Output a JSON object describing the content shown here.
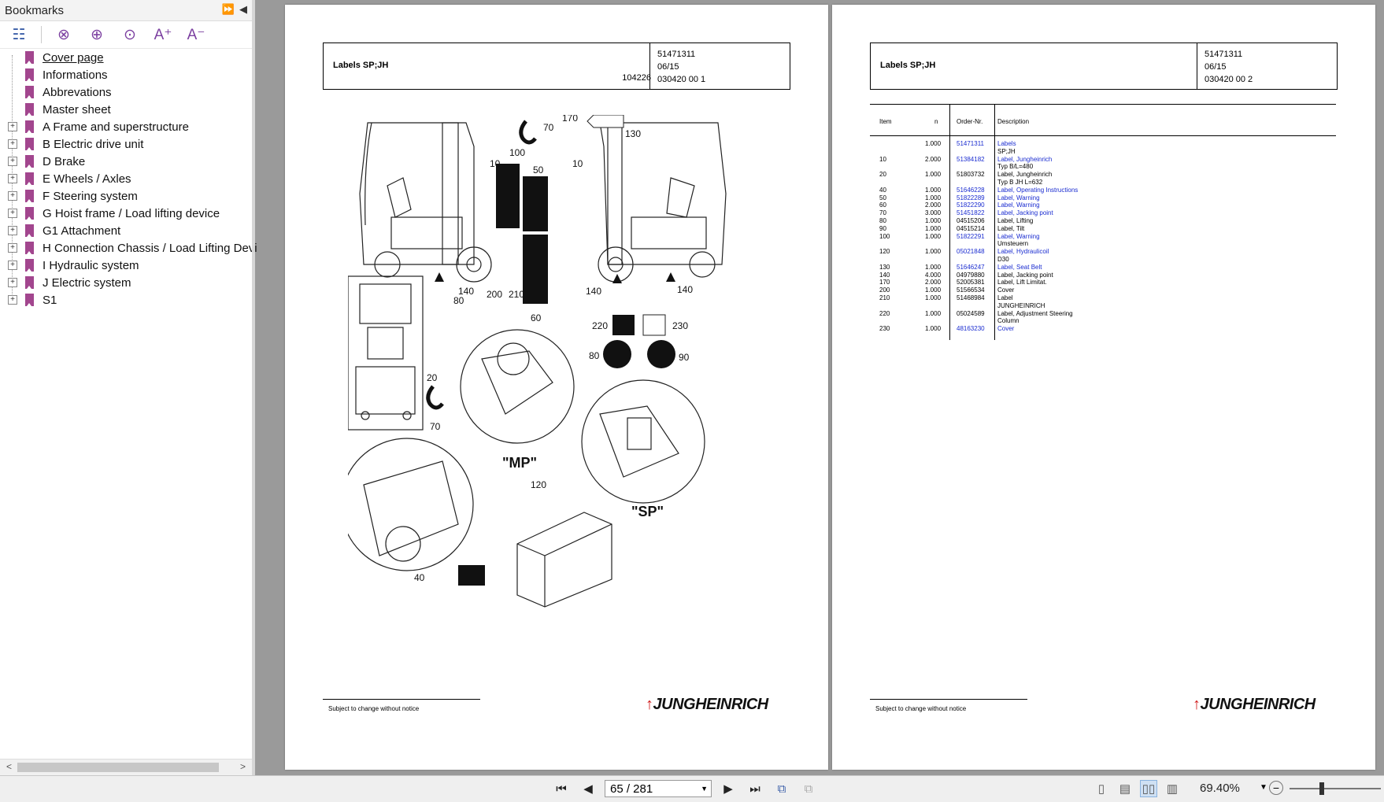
{
  "sidebar": {
    "title": "Bookmarks",
    "toolbar_icons": [
      "expand-all-icon",
      "delete-bookmark-icon",
      "add-bookmark-icon",
      "bookmark-properties-icon",
      "increase-font-icon",
      "decrease-font-icon"
    ],
    "items": [
      {
        "label": "Cover page",
        "expandable": false
      },
      {
        "label": "Informations",
        "expandable": false
      },
      {
        "label": "Abbrevations",
        "expandable": false
      },
      {
        "label": "Master sheet",
        "expandable": false
      },
      {
        "label": "A Frame and superstructure",
        "expandable": true
      },
      {
        "label": "B Electric drive unit",
        "expandable": true
      },
      {
        "label": "D Brake",
        "expandable": true
      },
      {
        "label": "E Wheels / Axles",
        "expandable": true
      },
      {
        "label": "F Steering system",
        "expandable": true
      },
      {
        "label": "G Hoist frame / Load lifting device",
        "expandable": true
      },
      {
        "label": "G1 Attachment",
        "expandable": true
      },
      {
        "label": "H Connection Chassis / Load Lifting Devi",
        "expandable": true
      },
      {
        "label": "I Hydraulic system",
        "expandable": true
      },
      {
        "label": "J Electric system",
        "expandable": true
      },
      {
        "label": "S1",
        "expandable": true
      }
    ]
  },
  "page1": {
    "title": "Labels SP;JH",
    "drawing_no": "104226",
    "meta1": "51471311",
    "meta2": "06/15",
    "meta3": "030420 00 1",
    "footnote": "Subject to change without notice",
    "logo": "JUNGHEINRICH",
    "callouts": [
      "170",
      "70",
      "130",
      "10",
      "100",
      "50",
      "10",
      "140",
      "80",
      "200",
      "210",
      "60",
      "140",
      "140",
      "220",
      "230",
      "80",
      "90",
      "20",
      "70",
      "\"MP\"",
      "120",
      "\"SP\"",
      "40"
    ]
  },
  "page2": {
    "title": "Labels SP;JH",
    "meta1": "51471311",
    "meta2": "06/15",
    "meta3": "030420 00 2",
    "columns": {
      "item": "Item",
      "n": "n",
      "order": "Order-Nr.",
      "desc": "Description"
    },
    "rows": [
      {
        "item": "",
        "n": "1.000",
        "order": "51471311",
        "desc": "Labels",
        "link": true
      },
      {
        "item": "",
        "n": "",
        "order": "",
        "desc": "SP;JH",
        "link": false
      },
      {
        "item": "10",
        "n": "2.000",
        "order": "51384182",
        "desc": "Label, Jungheinrich",
        "link": true
      },
      {
        "item": "",
        "n": "",
        "order": "",
        "desc": "Typ B/L=480",
        "link": false
      },
      {
        "item": "20",
        "n": "1.000",
        "order": "51803732",
        "desc": "Label, Jungheinrich",
        "link": false
      },
      {
        "item": "",
        "n": "",
        "order": "",
        "desc": "Typ B JH L=632",
        "link": false
      },
      {
        "item": "40",
        "n": "1.000",
        "order": "51646228",
        "desc": "Label, Operating Instructions",
        "link": true
      },
      {
        "item": "50",
        "n": "1.000",
        "order": "51822289",
        "desc": "Label, Warning",
        "link": true
      },
      {
        "item": "60",
        "n": "2.000",
        "order": "51822290",
        "desc": "Label, Warning",
        "link": true
      },
      {
        "item": "70",
        "n": "3.000",
        "order": "51451822",
        "desc": "Label, Jacking point",
        "link": true
      },
      {
        "item": "80",
        "n": "1.000",
        "order": "04515206",
        "desc": "Label, Lifting",
        "link": false
      },
      {
        "item": "90",
        "n": "1.000",
        "order": "04515214",
        "desc": "Label, Tilt",
        "link": false
      },
      {
        "item": "100",
        "n": "1.000",
        "order": "51822291",
        "desc": "Label, Warning",
        "link": true
      },
      {
        "item": "",
        "n": "",
        "order": "",
        "desc": "Umsteuern",
        "link": false
      },
      {
        "item": "120",
        "n": "1.000",
        "order": "05021848",
        "desc": "Label, Hydraulicoil",
        "link": true
      },
      {
        "item": "",
        "n": "",
        "order": "",
        "desc": "D30",
        "link": false
      },
      {
        "item": "130",
        "n": "1.000",
        "order": "51646247",
        "desc": "Label, Seat Belt",
        "link": true
      },
      {
        "item": "140",
        "n": "4.000",
        "order": "04979880",
        "desc": "Label, Jacking point",
        "link": false
      },
      {
        "item": "170",
        "n": "2.000",
        "order": "52005381",
        "desc": "Label, Lift  Limitat.",
        "link": false
      },
      {
        "item": "200",
        "n": "1.000",
        "order": "51566534",
        "desc": "Cover",
        "link": false
      },
      {
        "item": "210",
        "n": "1.000",
        "order": "51468984",
        "desc": "Label",
        "link": false
      },
      {
        "item": "",
        "n": "",
        "order": "",
        "desc": "JUNGHEINRICH",
        "link": false
      },
      {
        "item": "220",
        "n": "1.000",
        "order": "05024589",
        "desc": "Label, Adjustment Steering",
        "link": false
      },
      {
        "item": "",
        "n": "",
        "order": "",
        "desc": "Column",
        "link": false
      },
      {
        "item": "230",
        "n": "1.000",
        "order": "48163230",
        "desc": "Cover",
        "link": true
      }
    ],
    "footnote": "Subject to change without notice",
    "logo": "JUNGHEINRICH"
  },
  "bottombar": {
    "page_indicator": "65 / 281",
    "zoom": "69.40%"
  },
  "colors": {
    "bookmark": "#a2468e",
    "link": "#1a2cd0",
    "logo_arrow": "#d01a1a"
  }
}
